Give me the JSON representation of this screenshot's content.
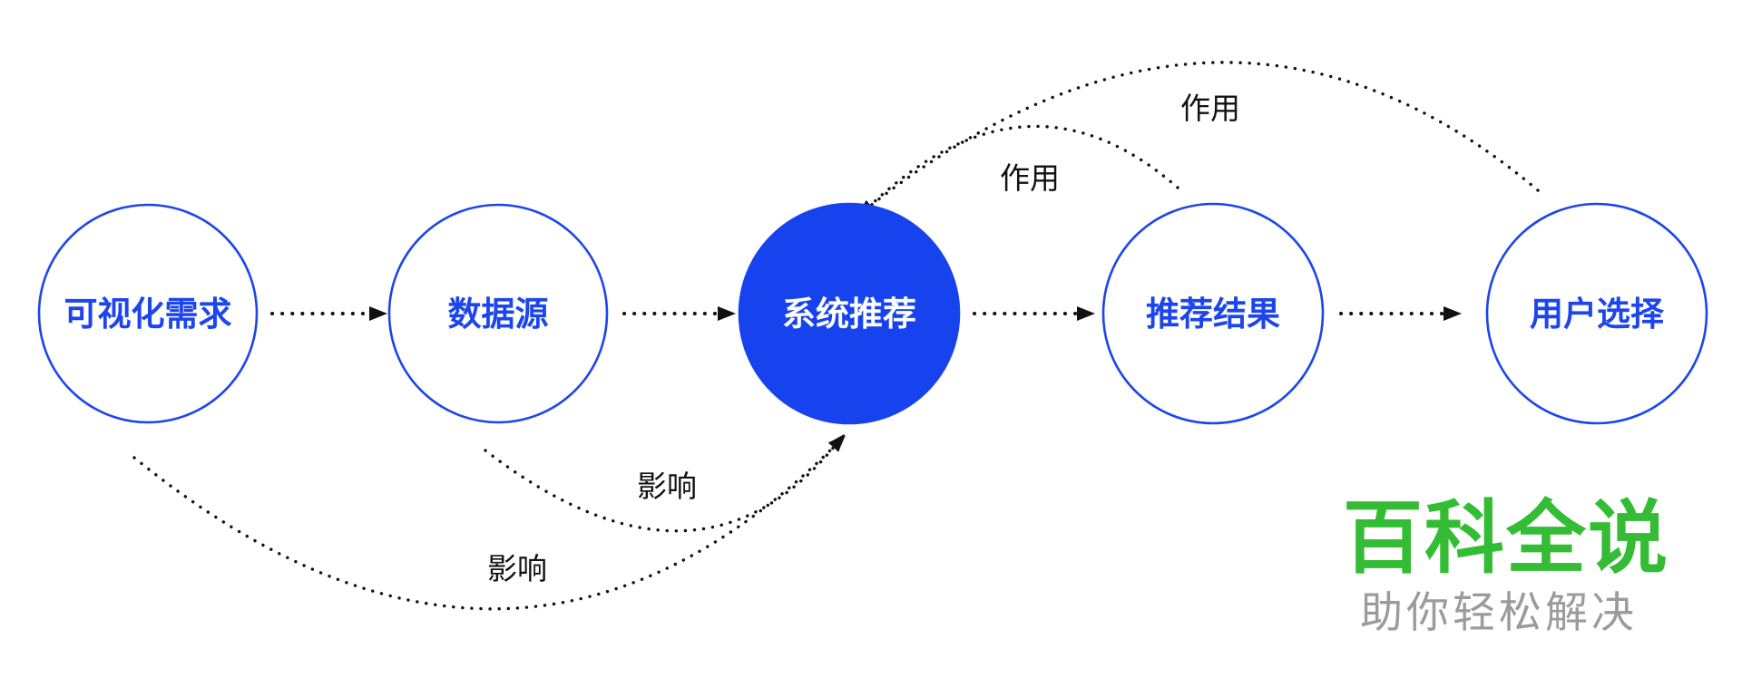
{
  "diagram": {
    "nodes": [
      {
        "id": "visualization-requirements",
        "label": "可视化需求",
        "style": "outline"
      },
      {
        "id": "data-source",
        "label": "数据源",
        "style": "outline"
      },
      {
        "id": "system-recommendation",
        "label": "系统推荐",
        "style": "filled"
      },
      {
        "id": "recommendation-result",
        "label": "推荐结果",
        "style": "outline"
      },
      {
        "id": "user-choice",
        "label": "用户选择",
        "style": "outline"
      }
    ],
    "edges": [
      {
        "from": "可视化需求",
        "to": "数据源",
        "type": "straight-dotted-arrow",
        "label": ""
      },
      {
        "from": "数据源",
        "to": "系统推荐",
        "type": "straight-dotted-arrow",
        "label": ""
      },
      {
        "from": "系统推荐",
        "to": "推荐结果",
        "type": "straight-dotted-arrow",
        "label": ""
      },
      {
        "from": "推荐结果",
        "to": "用户选择",
        "type": "straight-dotted-arrow",
        "label": ""
      },
      {
        "from": "用户选择",
        "to": "系统推荐",
        "type": "curved-dotted-arrow-top",
        "label": "作用"
      },
      {
        "from": "推荐结果",
        "to": "系统推荐",
        "type": "curved-dotted-arrow-top",
        "label": "作用"
      },
      {
        "from": "数据源",
        "to": "系统推荐",
        "type": "curved-dotted-arrow-bottom",
        "label": "影响"
      },
      {
        "from": "可视化需求",
        "to": "系统推荐",
        "type": "curved-dotted-arrow-bottom",
        "label": "影响"
      }
    ],
    "colors": {
      "node_stroke_blue": "#1c45ee",
      "node_fill_blue": "#1743ee",
      "node_text_blue": "#1c45ee",
      "node_text_on_fill": "#ffffff",
      "edge_black": "#111111"
    }
  },
  "watermark": {
    "title": "百科全说",
    "subtitle": "助你轻松解决",
    "title_color": "#34bd34",
    "subtitle_color": "#9b9b9b"
  }
}
